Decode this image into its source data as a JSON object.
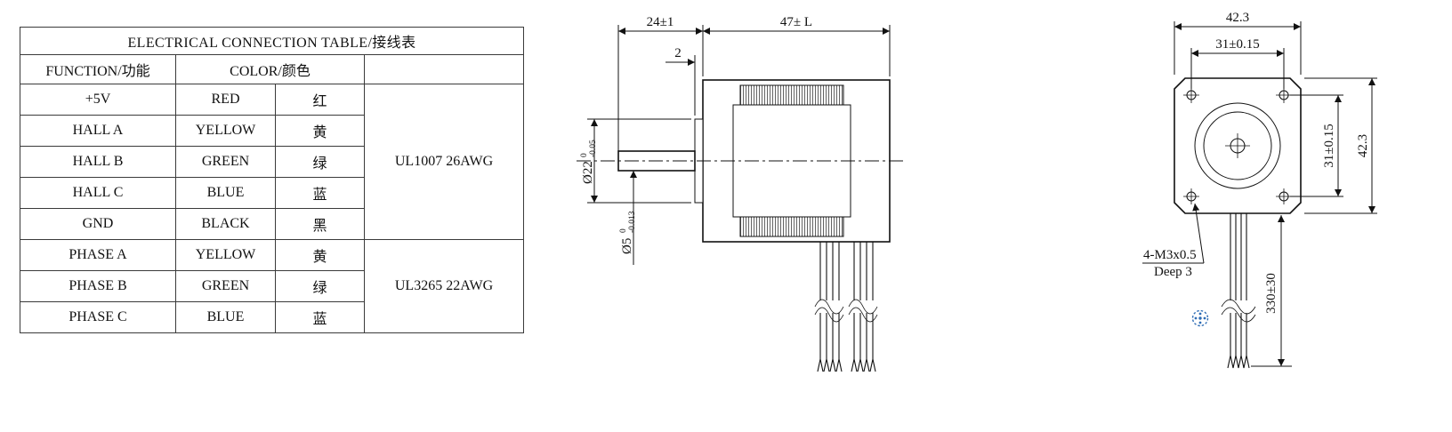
{
  "table": {
    "title": "ELECTRICAL CONNECTION TABLE/接线表",
    "headers": {
      "function": "FUNCTION/功能",
      "color": "COLOR/颜色"
    },
    "rows": [
      {
        "function": "+5V",
        "color_en": "RED",
        "color_cn": "红"
      },
      {
        "function": "HALL A",
        "color_en": "YELLOW",
        "color_cn": "黄"
      },
      {
        "function": "HALL B",
        "color_en": "GREEN",
        "color_cn": "绿"
      },
      {
        "function": "HALL C",
        "color_en": "BLUE",
        "color_cn": "蓝"
      },
      {
        "function": "GND",
        "color_en": "BLACK",
        "color_cn": "黑"
      },
      {
        "function": "PHASE A",
        "color_en": "YELLOW",
        "color_cn": "黄"
      },
      {
        "function": "PHASE B",
        "color_en": "GREEN",
        "color_cn": "绿"
      },
      {
        "function": "PHASE C",
        "color_en": "BLUE",
        "color_cn": "蓝"
      }
    ],
    "wire_spec_hall": "UL1007 26AWG",
    "wire_spec_phase": "UL3265 22AWG"
  },
  "side_view": {
    "dim_shaft_length": "24±1",
    "dim_body_length": "47± L",
    "dim_boss_depth": "2",
    "pilot_diameter": "Ø22",
    "pilot_tol_upper": "0",
    "pilot_tol_lower": "-0.05",
    "shaft_diameter": "Ø5",
    "shaft_tol_upper": "0",
    "shaft_tol_lower": "-0.013"
  },
  "front_view": {
    "dim_overall_width": "42.3",
    "dim_hole_spacing_horizontal": "31±0.15",
    "dim_hole_spacing_vertical": "31±0.15",
    "dim_overall_height": "42.3",
    "mounting_hole_callout_line1": "4-M3x0.5",
    "mounting_hole_callout_line2": "Deep 3",
    "dim_lead_length": "330±30"
  },
  "colors": {
    "watermark": "#2f6db5"
  }
}
